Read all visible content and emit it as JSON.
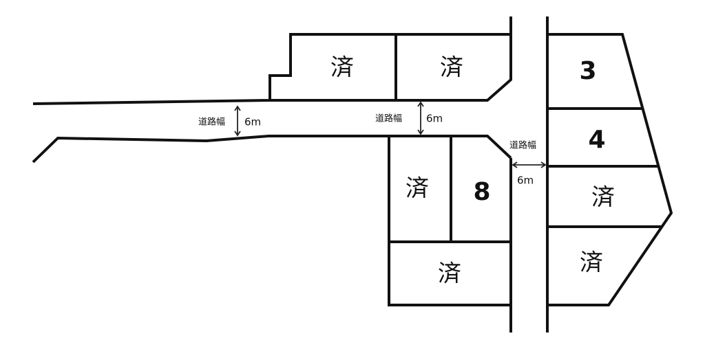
{
  "lots": {
    "top_left": "済",
    "top_right": "済",
    "mid_left": "済",
    "mid_right": "8",
    "bottom_center": "済",
    "right_1": "3",
    "right_2": "4",
    "right_3": "済",
    "right_4": "済"
  },
  "roads": {
    "road_label": "道路幅",
    "width_value": "6m"
  }
}
